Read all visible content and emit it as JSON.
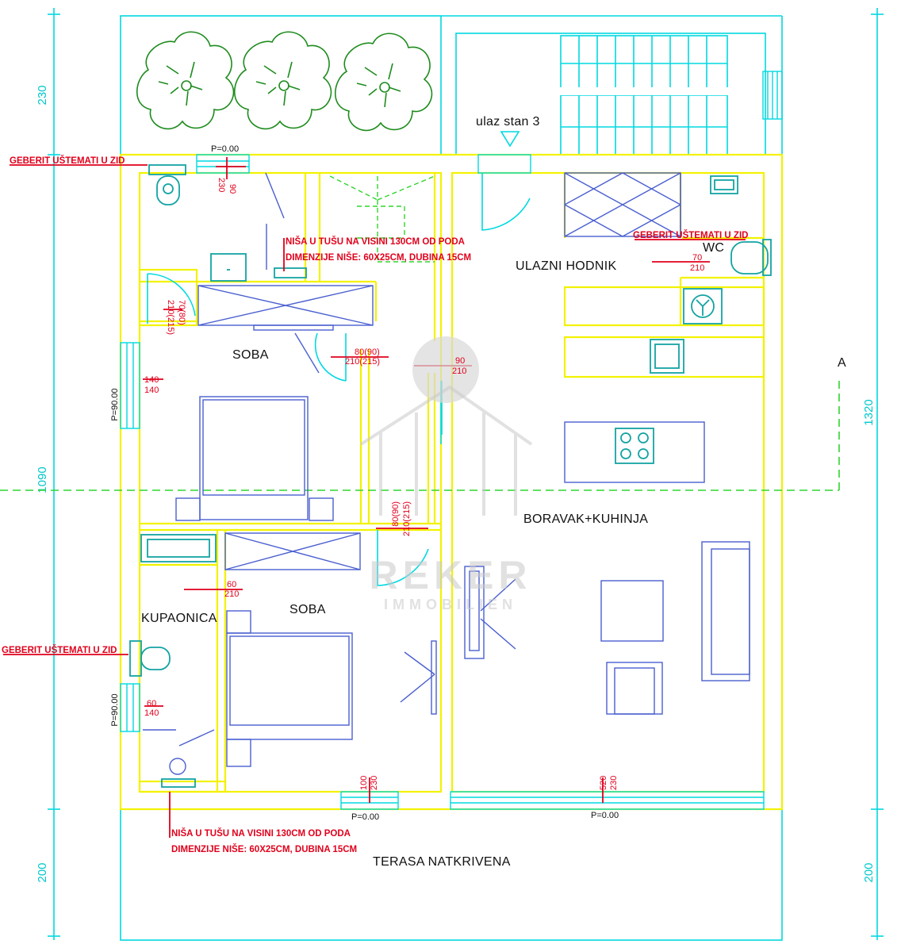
{
  "colors": {
    "wall": "#f2f200",
    "dimension_line": "#00d9e0",
    "annotation": "#e0001b",
    "furniture": "#4a5fd0",
    "fixture": "#14a3a3",
    "tree": "#1e8c1e",
    "axis": "#2ed52e",
    "text": "#111111",
    "watermark": "#c9c9c9"
  },
  "rooms": {
    "soba_top": "SOBA",
    "soba_bottom": "SOBA",
    "kupaonica": "KUPAONICA",
    "ulazni_hodnik": "ULAZNI HODNIK",
    "wc": "WC",
    "boravak": "BORAVAK+KUHINJA",
    "terasa": "TERASA NATKRIVENA",
    "entrance": "ulaz stan 3"
  },
  "section_marker": "A",
  "outer_dimensions": {
    "left_top": "230",
    "left_middle": "1090",
    "left_bottom": "200",
    "right_middle": "1320",
    "right_bottom": "200"
  },
  "notes": {
    "geberit": "GEBERIT UŠTEMATI U ZID",
    "nisa_line1": "NIŠA U TUŠU NA VISINI 130CM OD PODA",
    "nisa_line2": "DIMENZIJE NIŠE: 60X25CM, DUBINA 15CM"
  },
  "levels": {
    "top_window": "P=0.00",
    "left_window_top": "P=90.00",
    "left_window_bottom": "P=90.00",
    "bottom_window_left": "P=0.00",
    "bottom_window_right": "P=0.00"
  },
  "openings": {
    "top_window": [
      "90",
      "230"
    ],
    "bath_top_door": [
      "70(80)",
      "210(215)"
    ],
    "soba_top_window": [
      "140",
      "140"
    ],
    "soba_top_door": [
      "80(90)",
      "210(215)"
    ],
    "hall_door": [
      "90",
      "210"
    ],
    "wc_door": [
      "70",
      "210"
    ],
    "soba_bottom_door": [
      "80(90)",
      "210(215)"
    ],
    "kupaonica_door": [
      "60",
      "210"
    ],
    "kupaonica_window": [
      "60",
      "140"
    ],
    "bottom_window_left": [
      "100",
      "230"
    ],
    "bottom_window_right": [
      "520",
      "230"
    ]
  },
  "watermark": {
    "brand": "REKER",
    "sub": "IMMOBILIEN"
  }
}
